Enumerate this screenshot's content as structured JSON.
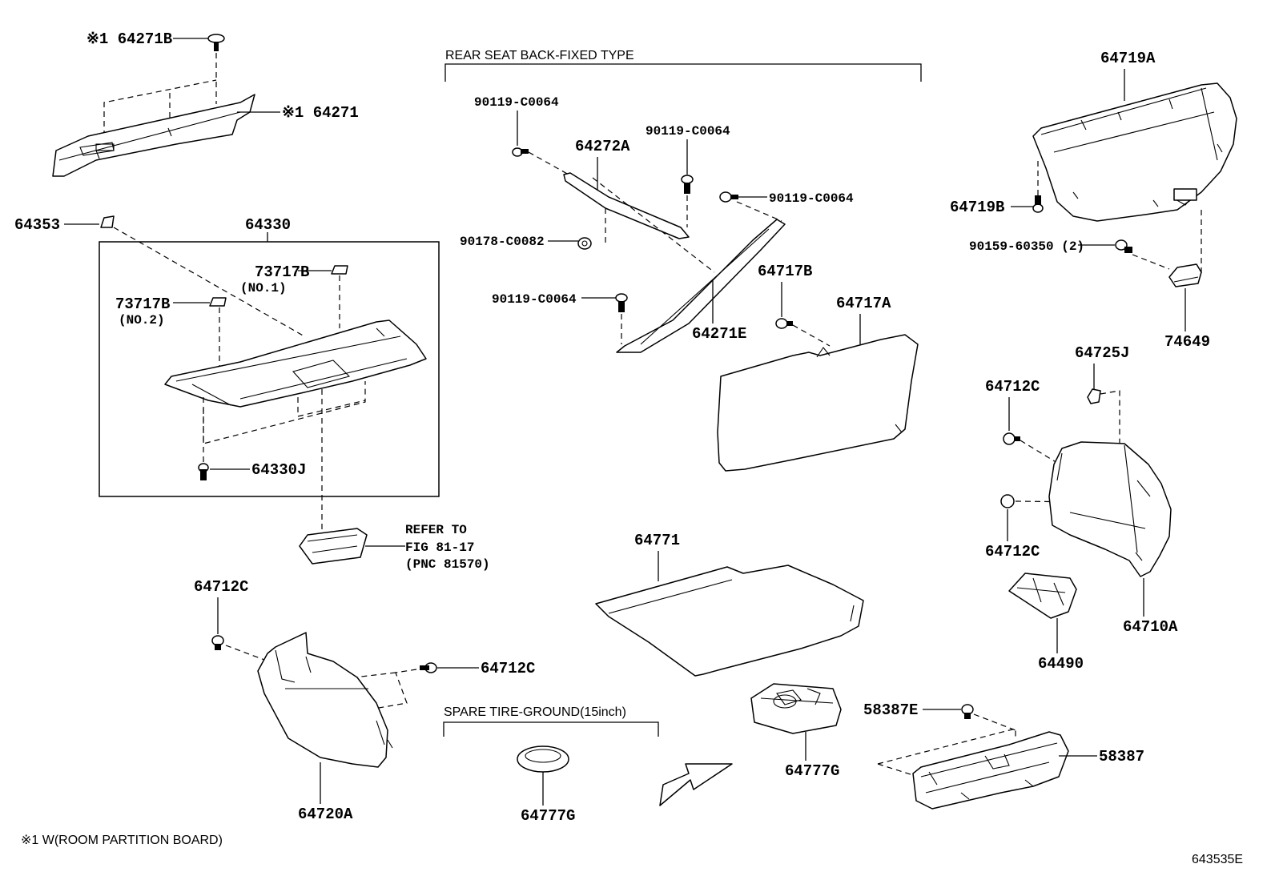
{
  "headers": {
    "rear_seat": "REAR SEAT BACK-FIXED TYPE",
    "spare_tire": "SPARE TIRE-GROUND(15inch)"
  },
  "labels": {
    "p64271B": "※1 64271B",
    "p64271": "※1 64271",
    "p64353": "64353",
    "p64330": "64330",
    "p73717B_1": "73717B",
    "no1": "(NO.1)",
    "p73717B_2": "73717B",
    "no2": "(NO.2)",
    "p64330J": "64330J",
    "refer1": "REFER TO",
    "refer2": "FIG 81-17",
    "refer3": "(PNC 81570)",
    "p90119_a": "90119-C0064",
    "p64272A": "64272A",
    "p90119_b": "90119-C0064",
    "p90119_c": "90119-C0064",
    "p90178": "90178-C0082",
    "p90119_d": "90119-C0064",
    "p64271E": "64271E",
    "p64717B": "64717B",
    "p64717A": "64717A",
    "p64719A": "64719A",
    "p64719B": "64719B",
    "p90159": "90159-60350 (2)",
    "p74649": "74649",
    "p64725J": "64725J",
    "p64712C_r1": "64712C",
    "p64712C_r2": "64712C",
    "p64710A": "64710A",
    "p64490": "64490",
    "p64712C_l1": "64712C",
    "p64712C_l2": "64712C",
    "p64720A": "64720A",
    "p64771": "64771",
    "p64777G_a": "64777G",
    "p64777G_b": "64777G",
    "p58387E": "58387E",
    "p58387": "58387"
  },
  "footnote": "※1 W(ROOM PARTITION BOARD)",
  "figure_id": "643535E"
}
